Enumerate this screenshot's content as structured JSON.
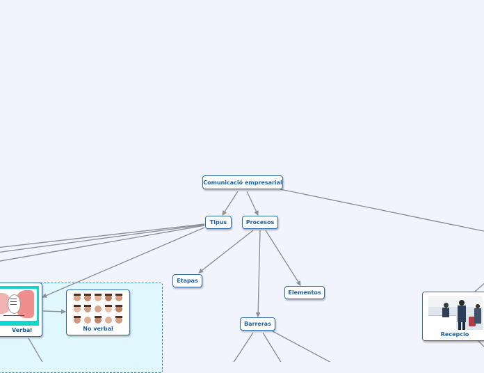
{
  "map": {
    "root": "Comunicació empresarial",
    "tipus": "Tipus",
    "procesos": "Procesos",
    "etapas": "Etapas",
    "elementos": "Elementos",
    "barreras": "Barreras",
    "verbal": "Verbal",
    "no_verbal": "No verbal",
    "recepcio": "Recepcio"
  },
  "colors": {
    "background": "#f2f4fd",
    "node_border": "#2f6db3",
    "node_text": "#1d5fa8",
    "connector": "#8c9097",
    "boundary_fill": "#e1f7fe",
    "boundary_border": "#3f86b8"
  }
}
